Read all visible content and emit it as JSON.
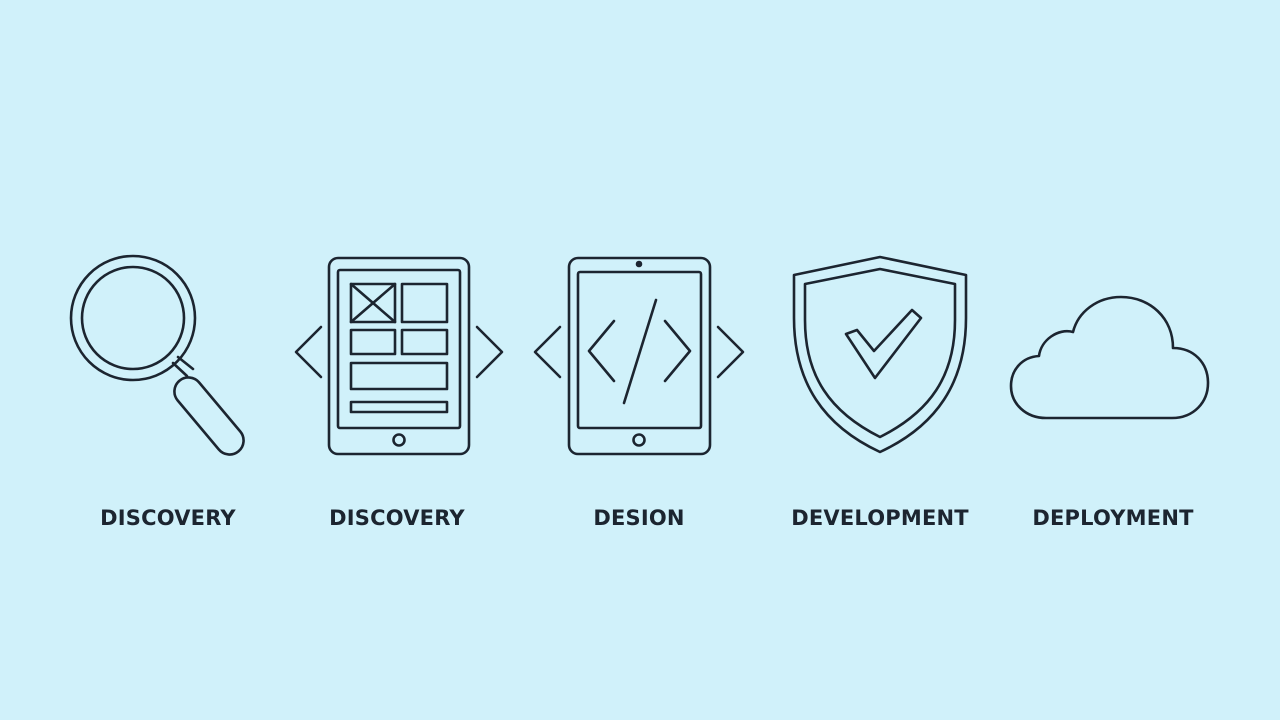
{
  "background_color": "#d0f1fa",
  "line_color": "#1c2530",
  "steps": [
    {
      "label": "DISCOVERY",
      "icon": "magnifying-glass-icon"
    },
    {
      "label": "DISCOVERY",
      "icon": "wireframe-tablet-icon"
    },
    {
      "label": "DESION",
      "icon": "code-tablet-icon"
    },
    {
      "label": "DEVELOPMENT",
      "icon": "shield-check-icon"
    },
    {
      "label": "DEPLOYMENT",
      "icon": "cloud-icon"
    }
  ]
}
